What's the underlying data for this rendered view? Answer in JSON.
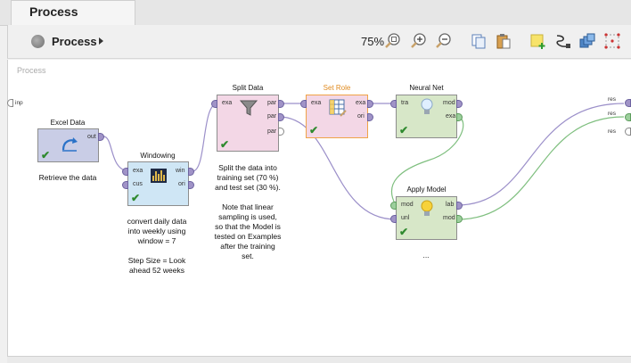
{
  "tab": {
    "title": "Process"
  },
  "toolbar": {
    "breadcrumb": "Process",
    "zoom": "75%"
  },
  "canvas": {
    "title": "Process",
    "left_port": "inp",
    "right_ports": [
      "res",
      "res",
      "res"
    ]
  },
  "operators": {
    "excel": {
      "name": "Excel Data",
      "ports_out": [
        "out"
      ]
    },
    "windowing": {
      "name": "Windowing",
      "ports_in": [
        "exa",
        "cus"
      ],
      "ports_out": [
        "win",
        "ori"
      ]
    },
    "split": {
      "name": "Split Data",
      "ports_in": [
        "exa"
      ],
      "ports_out": [
        "par",
        "par",
        "par"
      ]
    },
    "setrole": {
      "name": "Set Role",
      "ports_in": [
        "exa"
      ],
      "ports_out": [
        "exa",
        "ori"
      ]
    },
    "nn": {
      "name": "Neural Net",
      "ports_in": [
        "tra"
      ],
      "ports_out": [
        "mod",
        "exa"
      ]
    },
    "apply": {
      "name": "Apply Model",
      "ports_in": [
        "mod",
        "unl"
      ],
      "ports_out": [
        "lab",
        "mod"
      ]
    }
  },
  "notes": {
    "excel": "Retrieve the data",
    "windowing": "convert daily data\ninto weekly using\nwindow = 7\n\nStep Size = Look\nahead 52 weeks",
    "split": "Split the data into\ntraining set (70 %)\nand test set (30 %).\n\nNote that linear\nsampling is used,\nso that the Model is\ntested on Examples\nafter the training\nset.",
    "apply": "..."
  },
  "colors": {
    "operator_blue_gray": "#c9cde6",
    "operator_light_blue": "#cfe6f5",
    "operator_pink": "#f3d7e6",
    "operator_green": "#d7e7c8",
    "setrole_border": "#f0a347",
    "wire_purple": "#9b8fc9",
    "wire_green": "#7fbf7f"
  }
}
